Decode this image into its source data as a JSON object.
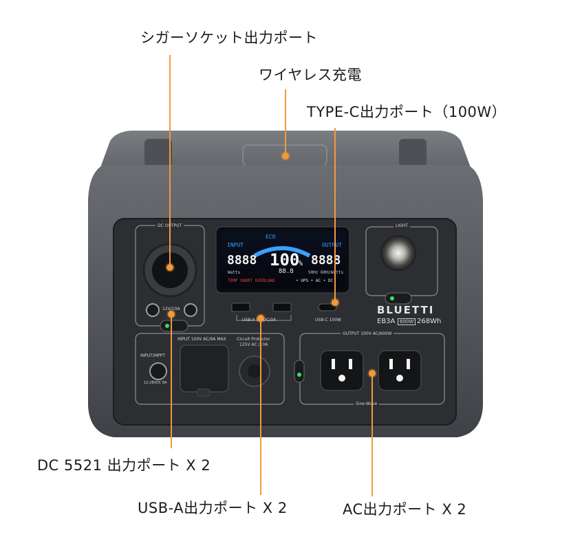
{
  "callouts": {
    "cigar": "シガーソケット出力ポート",
    "wireless": "ワイヤレス充電",
    "typec": "TYPE-C出力ポート（100W）",
    "dc5521": "DC 5521 出力ポート X 2",
    "usba": "USB-A出力ポート X 2",
    "ac": "AC出力ポート X 2"
  },
  "device": {
    "dc_output_label": "DC OUTPUT",
    "dc_spec": "12V/10A",
    "light_label": "LIGHT",
    "usb_spec": "USB-A 5V/DC/3A",
    "usbc_spec": "USB-C 100W",
    "brand": "BLUETTI",
    "model": "EB3A",
    "model_badge": "600W",
    "capacity": "268Wh",
    "input_label": "INPUT 100V AC/9A MAX",
    "protector_label": "Circuit Protector",
    "protector_spec": "125V AC /10A",
    "mppt_label": "INPUT/MPPT",
    "mppt_spec": "12-28VDC 8A",
    "ac_output_label": "OUTPUT 100V AC/600W",
    "sine_label": "Sine-Wave"
  },
  "lcd": {
    "eco": "ECO",
    "input": "INPUT",
    "output": "OUTPUT",
    "input_digits": "8888",
    "percent": "100",
    "percent_sign": "%",
    "output_digits": "8888",
    "watts_left": "Watts",
    "sub_value": "88.8",
    "hz": "50Hz 60Hz",
    "watts_right": "Watts",
    "warnings": "TEMP  SHORT  OVERLOAD",
    "modes": "• UPS  • AC  • DC",
    "battery_level": 1.0
  },
  "colors": {
    "accent": "#f29a3a",
    "lcd_blue": "#3aa0ff",
    "led_green": "#3ddc6a"
  }
}
